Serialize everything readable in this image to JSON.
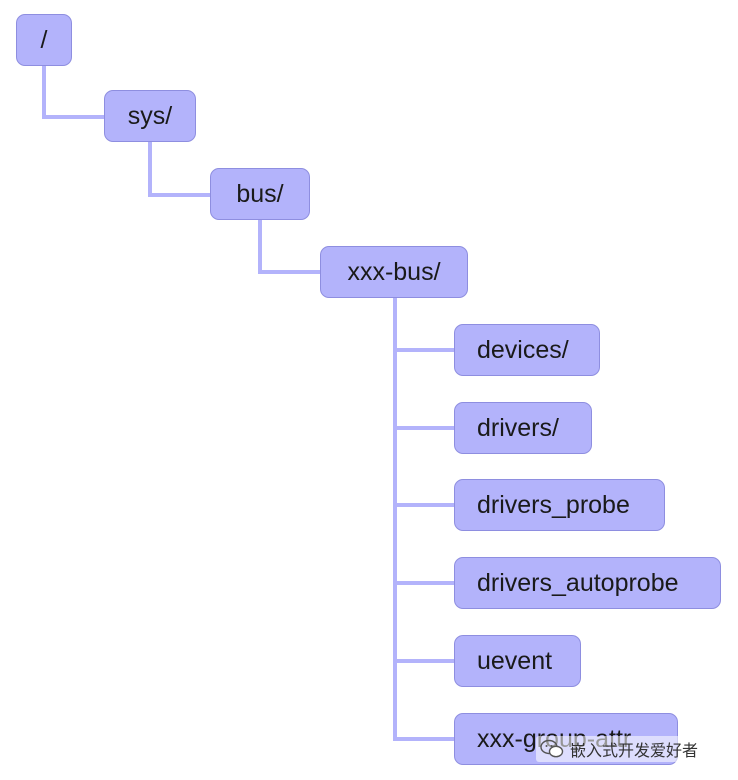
{
  "tree": {
    "root": "/",
    "sys": "sys/",
    "bus": "bus/",
    "xxx_bus": "xxx-bus/",
    "children": [
      "devices/",
      "drivers/",
      "drivers_probe",
      "drivers_autoprobe",
      "uevent",
      "xxx-group-attr"
    ]
  },
  "watermark": {
    "text": "嵌入式开发爱好者",
    "icon": "wechat-icon"
  },
  "colors": {
    "node_fill": "#b3b3fb",
    "node_border": "#8e8ee0",
    "connector": "#b3b3fb",
    "text": "#1a1a1a"
  }
}
